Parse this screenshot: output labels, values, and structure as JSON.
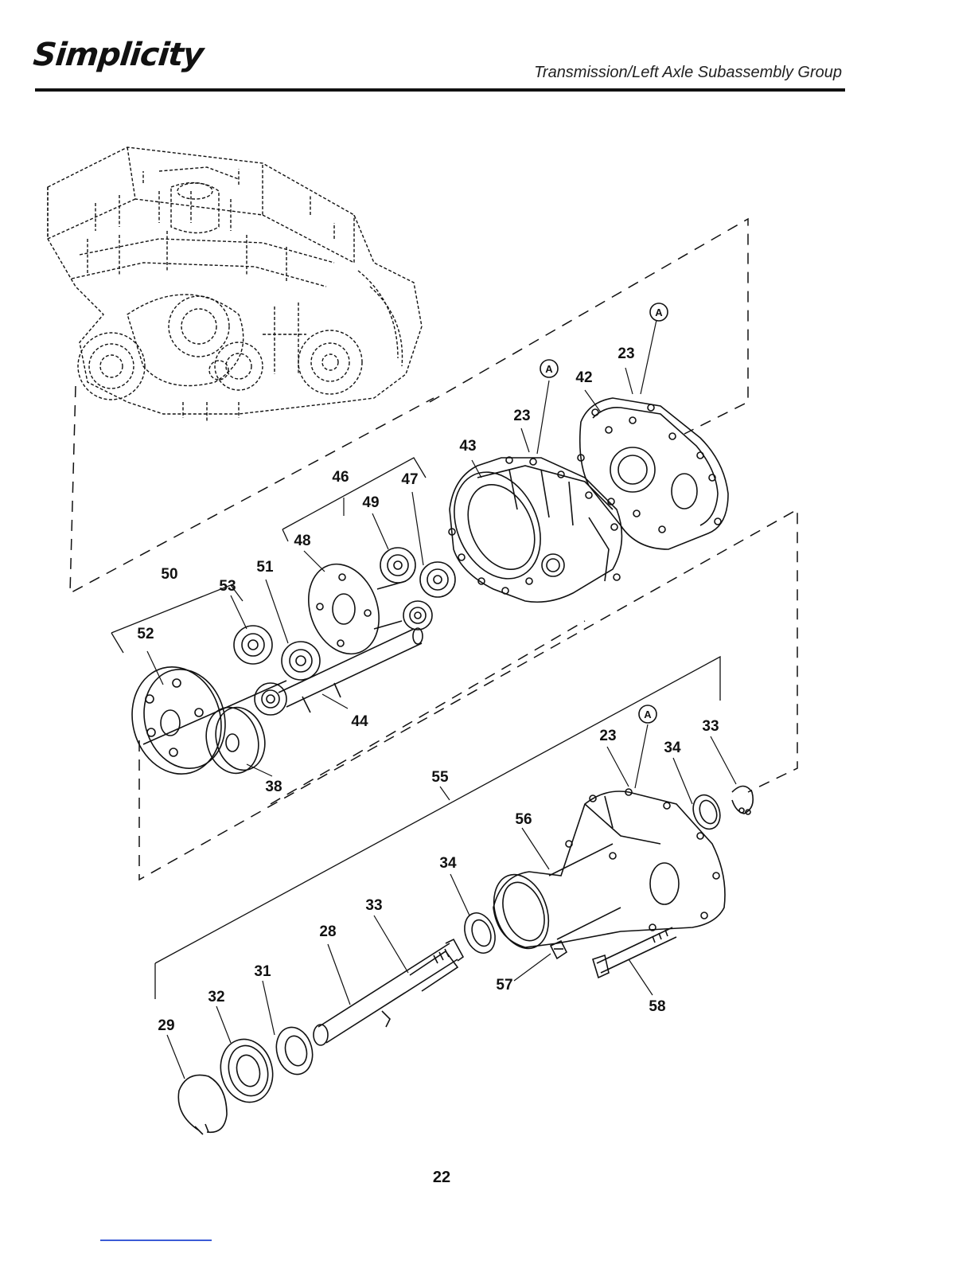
{
  "header": {
    "brand": "Simplicity",
    "title": "Transmission/Left Axle Subassembly Group"
  },
  "page_number": "22",
  "reference_letter": "A",
  "callouts": {
    "c23a": "23",
    "c23b": "23",
    "c23c": "23",
    "c42": "42",
    "c43": "43",
    "c46": "46",
    "c47": "47",
    "c49": "49",
    "c48": "48",
    "c50": "50",
    "c51": "51",
    "c53": "53",
    "c52": "52",
    "c44": "44",
    "c38": "38",
    "c55": "55",
    "c33a": "33",
    "c34a": "34",
    "c56": "56",
    "c34b": "34",
    "c33b": "33",
    "c28": "28",
    "c31": "31",
    "c32": "32",
    "c29": "29",
    "c57": "57",
    "c58": "58"
  },
  "colors": {
    "ink": "#111111",
    "link": "#3b5bd6"
  }
}
